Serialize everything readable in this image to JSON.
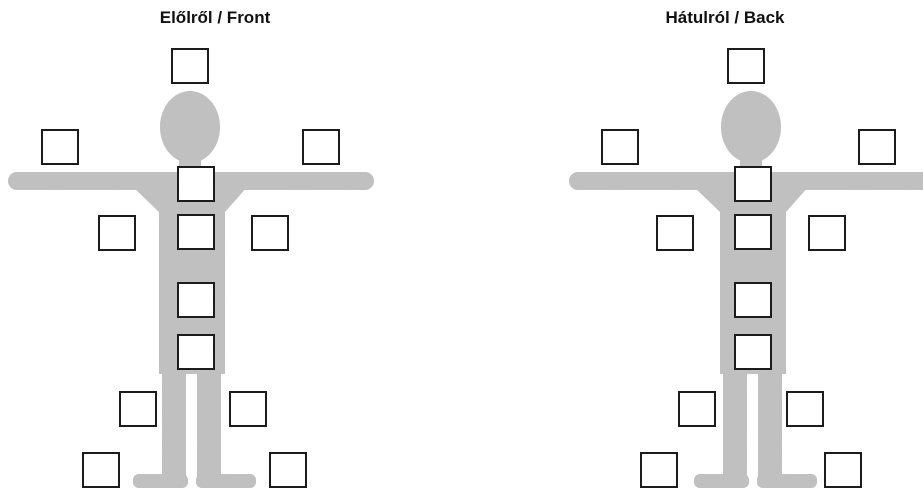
{
  "front": {
    "title": "Előlről / Front",
    "checkboxes": [
      {
        "id": "head",
        "checked": false
      },
      {
        "id": "right-hand",
        "checked": false
      },
      {
        "id": "left-hand",
        "checked": false
      },
      {
        "id": "chest",
        "checked": false
      },
      {
        "id": "right-arm",
        "checked": false
      },
      {
        "id": "upper-abdomen",
        "checked": false
      },
      {
        "id": "left-arm",
        "checked": false
      },
      {
        "id": "lower-abdomen",
        "checked": false
      },
      {
        "id": "pelvis",
        "checked": false
      },
      {
        "id": "right-knee",
        "checked": false
      },
      {
        "id": "left-knee",
        "checked": false
      },
      {
        "id": "right-foot",
        "checked": false
      },
      {
        "id": "left-foot",
        "checked": false
      }
    ]
  },
  "back": {
    "title": "Hátulról / Back",
    "checkboxes": [
      {
        "id": "head",
        "checked": false
      },
      {
        "id": "left-hand",
        "checked": false
      },
      {
        "id": "right-hand",
        "checked": false
      },
      {
        "id": "upper-back",
        "checked": false
      },
      {
        "id": "left-arm",
        "checked": false
      },
      {
        "id": "mid-back",
        "checked": false
      },
      {
        "id": "right-arm",
        "checked": false
      },
      {
        "id": "lower-back",
        "checked": false
      },
      {
        "id": "buttocks",
        "checked": false
      },
      {
        "id": "left-knee",
        "checked": false
      },
      {
        "id": "right-knee",
        "checked": false
      },
      {
        "id": "left-foot",
        "checked": false
      },
      {
        "id": "right-foot",
        "checked": false
      }
    ]
  },
  "colors": {
    "body_fill": "#bdbdbd",
    "box_border": "#1c1c1c",
    "background": "#ffffff"
  }
}
